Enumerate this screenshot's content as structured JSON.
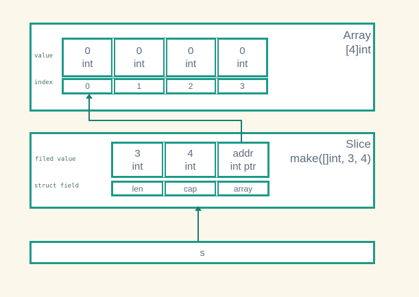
{
  "colors": {
    "background": "#fcf7eb",
    "box_border": "#1d9a89",
    "box_fill": "#ffffff",
    "arrow": "#177f6e",
    "cell_text": "#5d6d80",
    "row_label_text": "#47716d"
  },
  "array_box": {
    "title": "Array",
    "subtitle": "[4]int",
    "value_row_label": "value",
    "index_row_label": "index",
    "cells": [
      {
        "value": "0",
        "type": "int"
      },
      {
        "value": "0",
        "type": "int"
      },
      {
        "value": "0",
        "type": "int"
      },
      {
        "value": "0",
        "type": "int"
      }
    ],
    "indices": [
      "0",
      "1",
      "2",
      "3"
    ]
  },
  "slice_box": {
    "title": "Slice",
    "subtitle": "make([]int, 3, 4)",
    "value_row_label": "filed value",
    "field_row_label": "struct field",
    "cells": [
      {
        "value": "3",
        "type": "int"
      },
      {
        "value": "4",
        "type": "int"
      },
      {
        "value": "addr",
        "type": "int ptr"
      }
    ],
    "fields": [
      "len",
      "cap",
      "array"
    ]
  },
  "variable_box": {
    "label": "s"
  }
}
